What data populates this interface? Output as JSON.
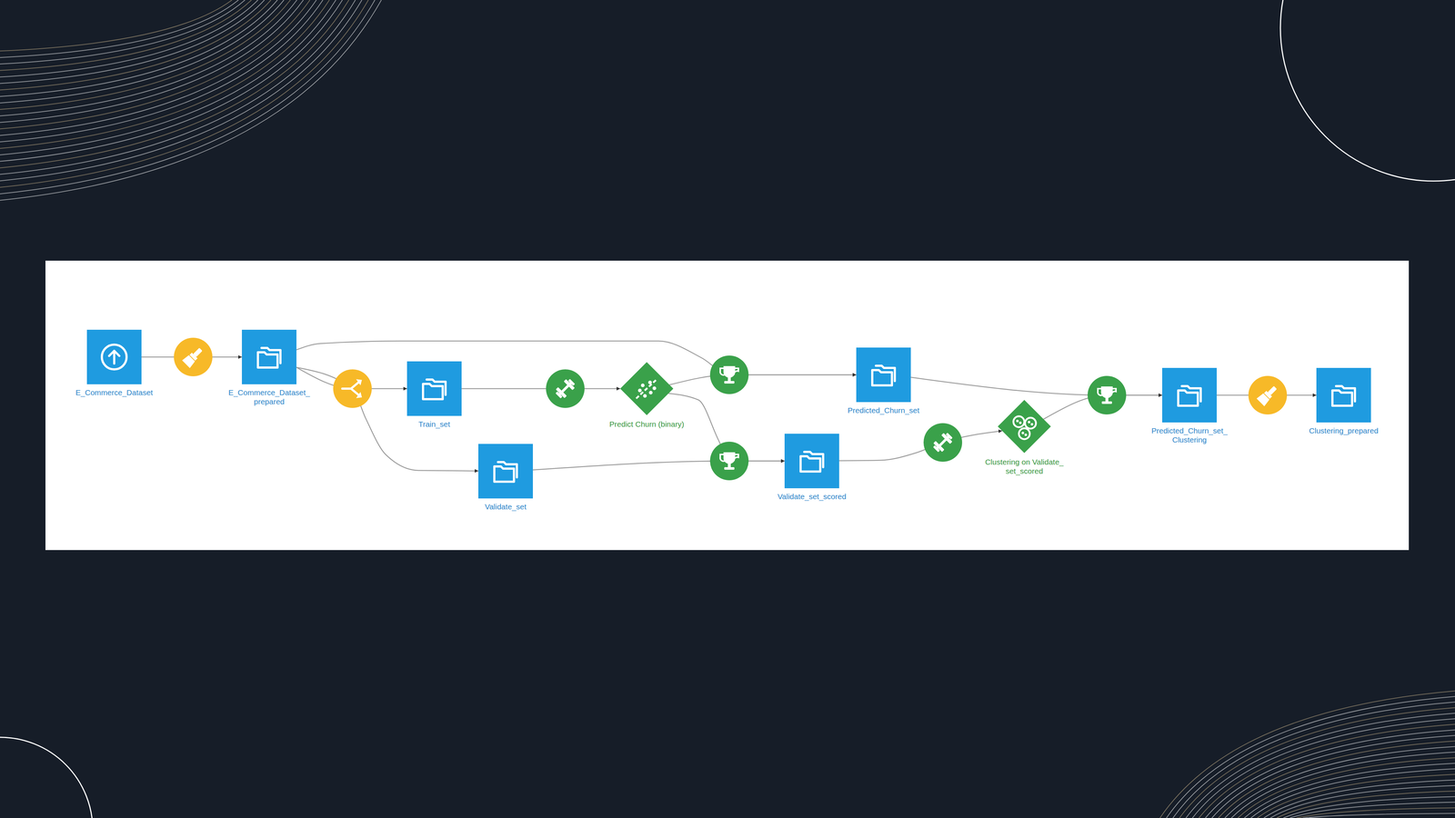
{
  "diagram": {
    "nodes": [
      {
        "text": [
          "E_Commerce_Dataset"
        ]
      },
      {
        "text": [
          "E_Commerce_Dataset_ prepared"
        ]
      },
      {
        "text": [
          "Train_set"
        ]
      },
      {
        "text": [
          "Validate_set"
        ]
      },
      {
        "text": [
          "Predict Churn (binary)"
        ]
      },
      {
        "text": [
          "Predicted_Churn_set"
        ]
      },
      {
        "text": [
          "Validate_set_scored"
        ]
      },
      {
        "text": [
          "Clustering on Validate_ set_scored"
        ]
      },
      {
        "text": [
          "Predicted_Churn_set_ Clustering"
        ]
      },
      {
        "text": [
          "Clustering_prepared"
        ]
      }
    ],
    "edges": [
      {
        "from": 0,
        "to": 1,
        "arrow": "to"
      },
      {
        "from": 1,
        "to": 2,
        "arrow": "to"
      },
      {
        "from": 1,
        "to": 3,
        "arrow": "to"
      },
      {
        "from": 2,
        "to": 4,
        "arrow": "to"
      },
      {
        "from": 1,
        "to": 5,
        "arrow": "to"
      },
      {
        "from": 4,
        "to": 5,
        "arrow": "to"
      },
      {
        "from": 4,
        "to": 6,
        "arrow": "to"
      },
      {
        "from": 3,
        "to": 6,
        "arrow": "to"
      },
      {
        "from": 6,
        "to": 7,
        "arrow": "to"
      },
      {
        "from": 5,
        "to": 8,
        "arrow": "to"
      },
      {
        "from": 7,
        "to": 8,
        "arrow": "to"
      },
      {
        "from": 8,
        "to": 9,
        "arrow": "to"
      }
    ]
  }
}
